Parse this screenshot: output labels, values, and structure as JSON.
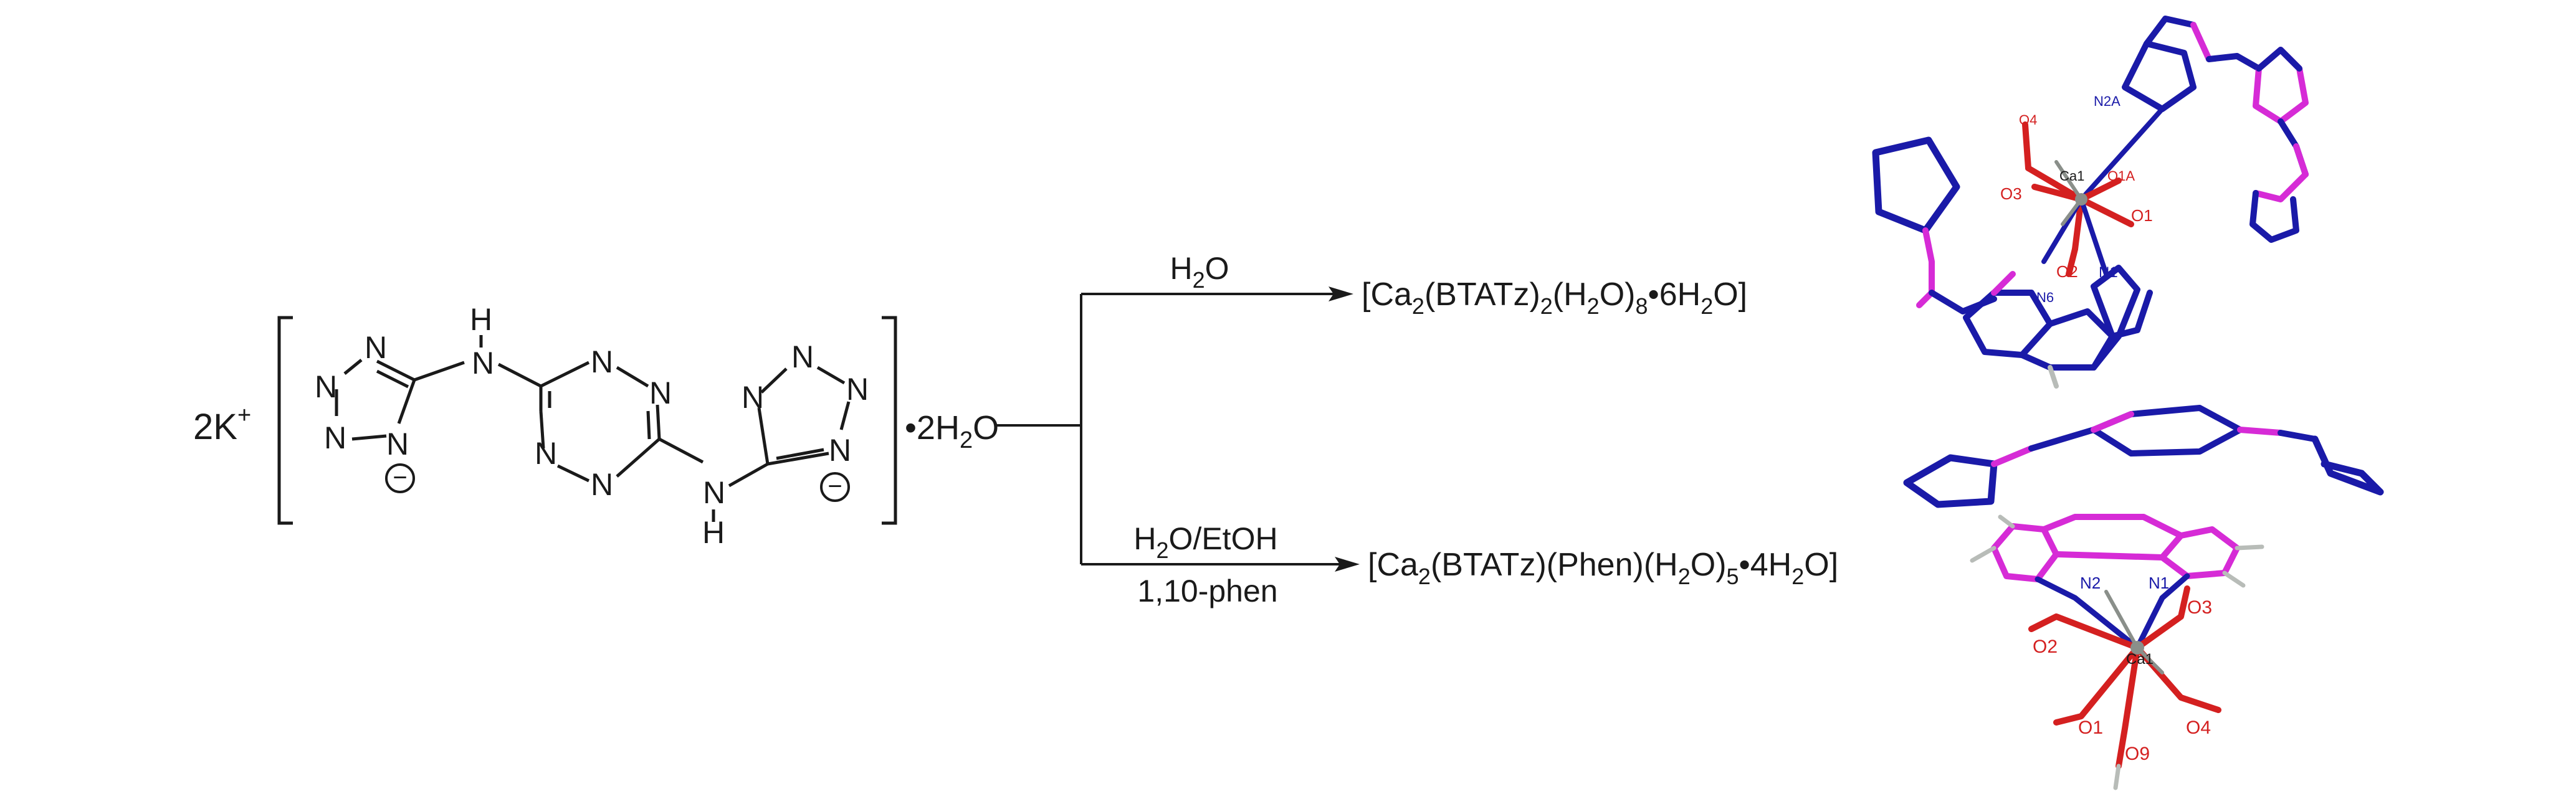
{
  "salt": {
    "cation": "2K",
    "cation_charge": "+",
    "hydrate": "•2H",
    "hydrate_sub": "2",
    "hydrate_tail": "O",
    "ring_atoms": {
      "left_tetrazole": [
        "N",
        "N",
        "N",
        "N"
      ],
      "tetrazine": [
        "N",
        "N",
        "N",
        "N"
      ],
      "right_tetrazole": [
        "N",
        "N",
        "N",
        "N"
      ],
      "bridge_nh_top": "N",
      "bridge_h_top": "H",
      "bridge_nh_bottom": "N",
      "bridge_h_bottom": "H",
      "minus_sign": "−"
    }
  },
  "reactions": [
    {
      "condition_top_main": "H",
      "condition_top_sub": "2",
      "condition_top_tail": "O",
      "condition_bottom": "",
      "product_parts": [
        "[Ca",
        "2",
        "(BTATz)",
        "2",
        "(H",
        "2",
        "O)",
        "8",
        "•6H",
        "2",
        "O]"
      ]
    },
    {
      "condition_top_main": "H",
      "condition_top_sub": "2",
      "condition_top_tail": "O/EtOH",
      "condition_bottom": "1,10-phen",
      "product_parts": [
        "[Ca",
        "2",
        "(BTATz)(Phen)(H",
        "2",
        "O)",
        "5",
        "•4H",
        "2",
        "O]"
      ]
    }
  ],
  "structure_top_labels": [
    "N2A",
    "O4",
    "Ca1",
    "O1A",
    "O3",
    "O1",
    "O2",
    "N1",
    "N6"
  ],
  "structure_bottom_labels": [
    "N2",
    "N1",
    "O3",
    "O2",
    "Ca1",
    "O4",
    "O1",
    "O9"
  ],
  "colors": {
    "line": "#1a1a1a",
    "nitrogen": "#1a1aa8",
    "carbon": "#d62bd6",
    "oxygen": "#d42020",
    "calcium": "#8a8f8a",
    "hydrogen": "#b8bcb8"
  }
}
